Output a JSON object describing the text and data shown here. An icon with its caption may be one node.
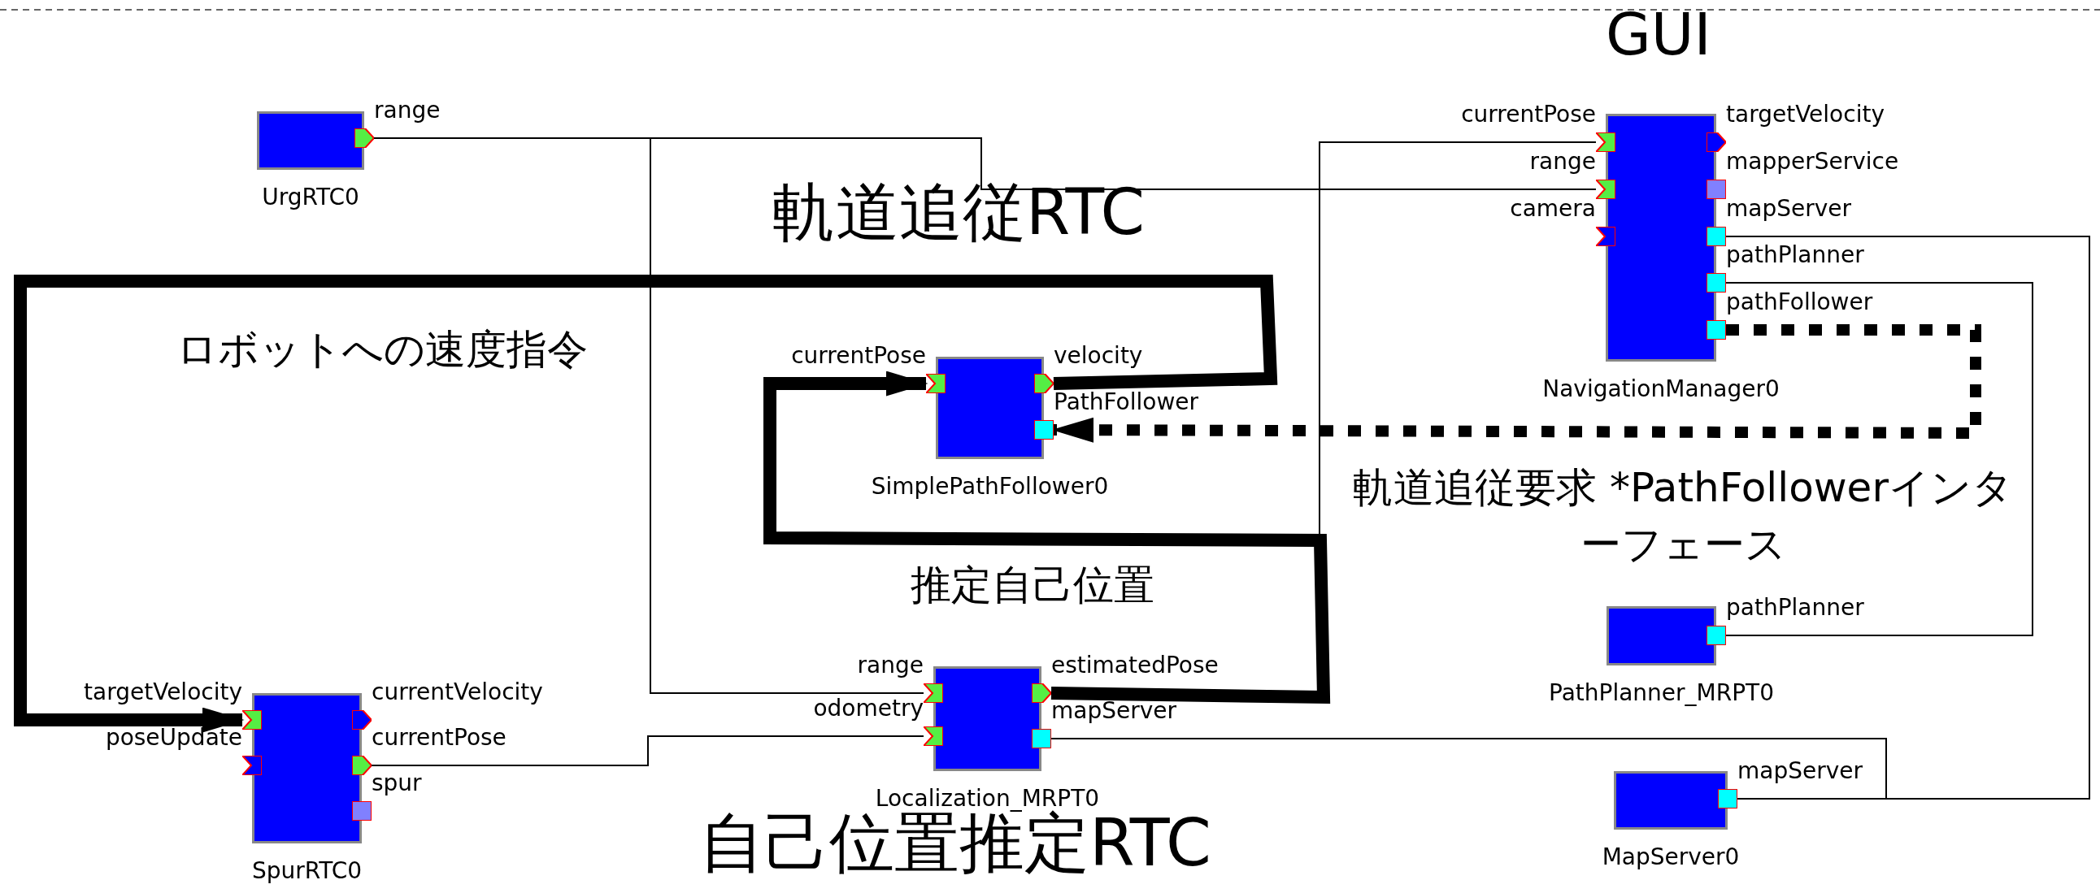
{
  "diagram": {
    "nodes": [
      {
        "text": [
          "UrgRTC0"
        ]
      },
      {
        "text": [
          "range"
        ],
        "in": 0
      },
      {
        "text": [
          "NavigationManager0"
        ]
      },
      {
        "text": [
          "currentPose"
        ],
        "in": 2
      },
      {
        "text": [
          "range"
        ],
        "in": 2
      },
      {
        "text": [
          "camera"
        ],
        "in": 2
      },
      {
        "text": [
          "targetVelocity"
        ],
        "in": 2
      },
      {
        "text": [
          "mapperService"
        ],
        "in": 2
      },
      {
        "text": [
          "mapServer"
        ],
        "in": 2
      },
      {
        "text": [
          "pathPlanner"
        ],
        "in": 2
      },
      {
        "text": [
          "pathFollower"
        ],
        "in": 2
      },
      {
        "text": [
          "SimplePathFollower0"
        ]
      },
      {
        "text": [
          "currentPose"
        ],
        "in": 11
      },
      {
        "text": [
          "velocity"
        ],
        "in": 11
      },
      {
        "text": [
          "PathFollower"
        ],
        "in": 11
      },
      {
        "text": [
          "Localization_MRPT0"
        ]
      },
      {
        "text": [
          "range"
        ],
        "in": 15
      },
      {
        "text": [
          "odometry"
        ],
        "in": 15
      },
      {
        "text": [
          "estimatedPose"
        ],
        "in": 15
      },
      {
        "text": [
          "mapServer"
        ],
        "in": 15
      },
      {
        "text": [
          "SpurRTC0"
        ]
      },
      {
        "text": [
          "targetVelocity"
        ],
        "in": 20
      },
      {
        "text": [
          "poseUpdate"
        ],
        "in": 20
      },
      {
        "text": [
          "currentVelocity"
        ],
        "in": 20
      },
      {
        "text": [
          "currentPose"
        ],
        "in": 20
      },
      {
        "text": [
          "spur"
        ],
        "in": 20
      },
      {
        "text": [
          "PathPlanner_MRPT0"
        ]
      },
      {
        "text": [
          "pathPlanner"
        ],
        "in": 26
      },
      {
        "text": [
          "MapServer0"
        ]
      },
      {
        "text": [
          "mapServer"
        ],
        "in": 28
      }
    ],
    "edges": [
      {
        "from": 1,
        "to": 16,
        "arrow": "none"
      },
      {
        "from": 1,
        "to": 4,
        "arrow": "none"
      },
      {
        "from": 18,
        "to": 3,
        "arrow": "none"
      },
      {
        "from": 24,
        "to": 17,
        "arrow": "none"
      },
      {
        "from": 19,
        "to": 29,
        "arrow": "none"
      },
      {
        "from": 8,
        "to": 29,
        "arrow": "none"
      },
      {
        "from": 9,
        "to": 27,
        "arrow": "none"
      },
      {
        "from": 13,
        "to": 21,
        "arrow": "to",
        "style": "thick",
        "label": "ロボットへの速度指令"
      },
      {
        "from": 18,
        "to": 12,
        "arrow": "to",
        "style": "thick",
        "label": "推定自己位置"
      },
      {
        "from": 10,
        "to": 14,
        "arrow": "to",
        "style": "dashed",
        "label": "軌道追従要求 *PathFollowerインターフェース"
      }
    ],
    "labels": [
      "GUI",
      "軌道追従RTC",
      "自己位置推定RTC"
    ]
  }
}
